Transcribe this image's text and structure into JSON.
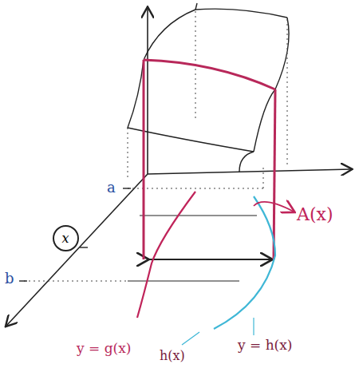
{
  "diagram": {
    "nodes": [
      {
        "text": [
          "x"
        ]
      }
    ],
    "labels": [
      "a",
      "b",
      "A(x)",
      "y = g(x)",
      "y = h(x)",
      "h(x)"
    ]
  }
}
